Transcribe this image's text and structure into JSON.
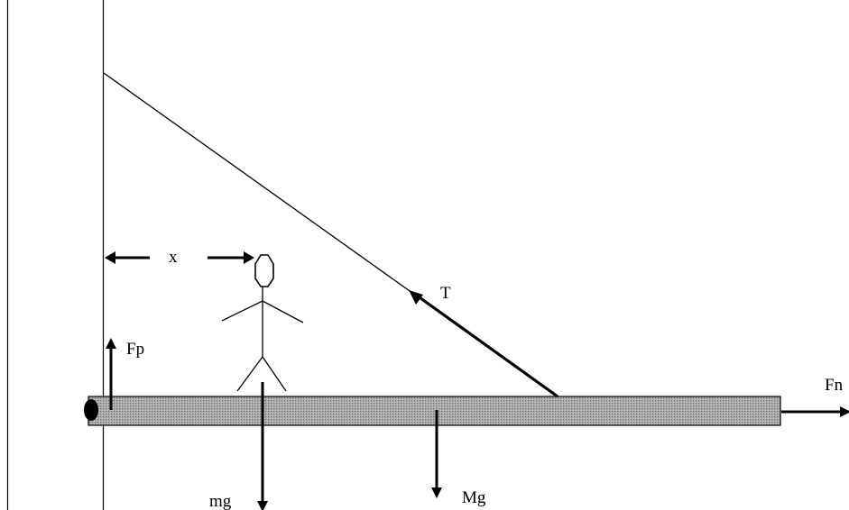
{
  "labels": {
    "distance": "x",
    "tension": "T",
    "pivot_force": "Fp",
    "person_weight": "mg",
    "beam_weight": "Mg",
    "end_force": "Fn"
  },
  "colors": {
    "ink": "#000000",
    "beam_fill": "#a8a8a8",
    "background": "#ffffff"
  }
}
